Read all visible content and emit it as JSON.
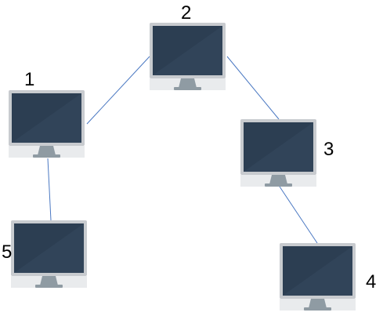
{
  "diagram": {
    "type": "network-topology",
    "colors": {
      "link": "#4a78c2",
      "screen": "#2c3e52",
      "screen_highlight": "#3b5068",
      "bezel": "#c8cbcf",
      "chin": "#e9ebed",
      "stand": "#8f9ba3"
    },
    "nodes": [
      {
        "id": "1",
        "label": "1",
        "icon": "monitor-icon"
      },
      {
        "id": "2",
        "label": "2",
        "icon": "monitor-icon"
      },
      {
        "id": "3",
        "label": "3",
        "icon": "monitor-icon"
      },
      {
        "id": "4",
        "label": "4",
        "icon": "monitor-icon"
      },
      {
        "id": "5",
        "label": "5",
        "icon": "monitor-icon"
      }
    ],
    "links": [
      {
        "from": "1",
        "to": "2"
      },
      {
        "from": "2",
        "to": "3"
      },
      {
        "from": "3",
        "to": "4"
      },
      {
        "from": "1",
        "to": "5"
      }
    ]
  }
}
